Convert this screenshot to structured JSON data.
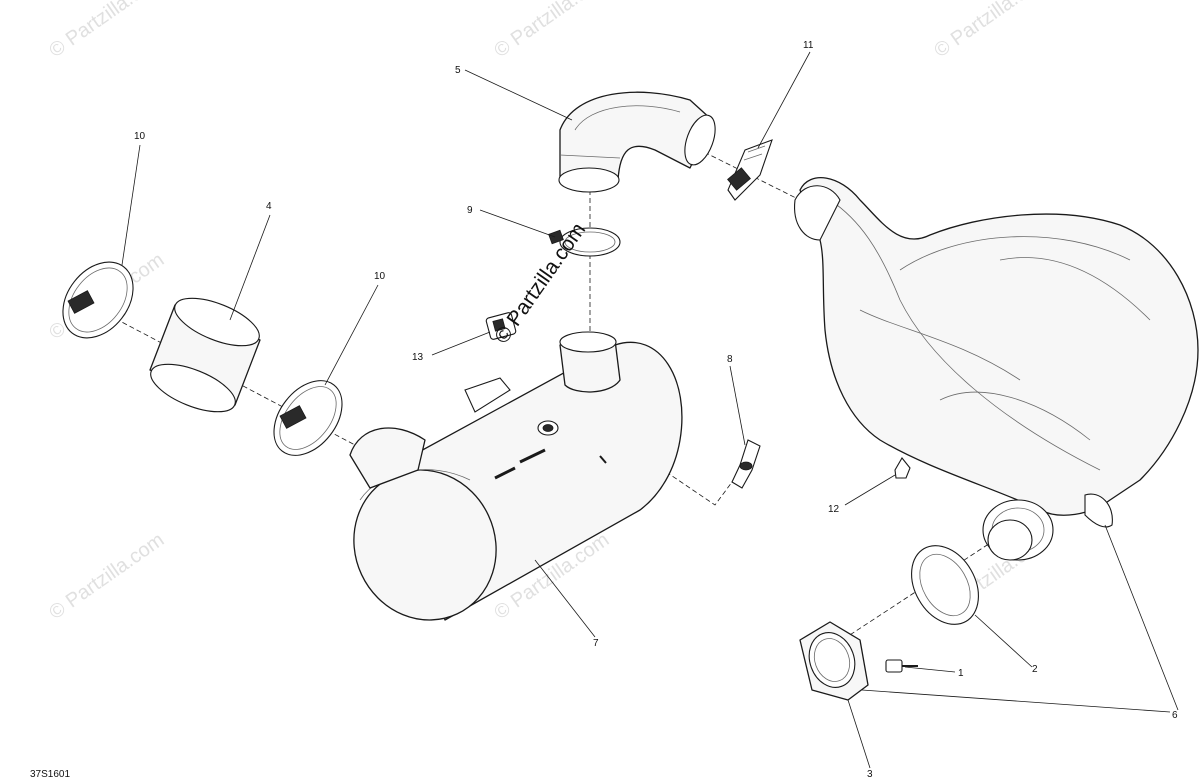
{
  "diagram": {
    "reference_code": "37S1601",
    "watermark_text": "© Partzilla.com",
    "center_watermark_text": "© Partzilla.com",
    "callouts": {
      "c1": "1",
      "c2": "2",
      "c3": "3",
      "c4": "4",
      "c5": "5",
      "c6": "6",
      "c7": "7",
      "c8": "8",
      "c9": "9",
      "c10a": "10",
      "c10b": "10",
      "c11": "11",
      "c12": "12",
      "c13": "13"
    }
  }
}
